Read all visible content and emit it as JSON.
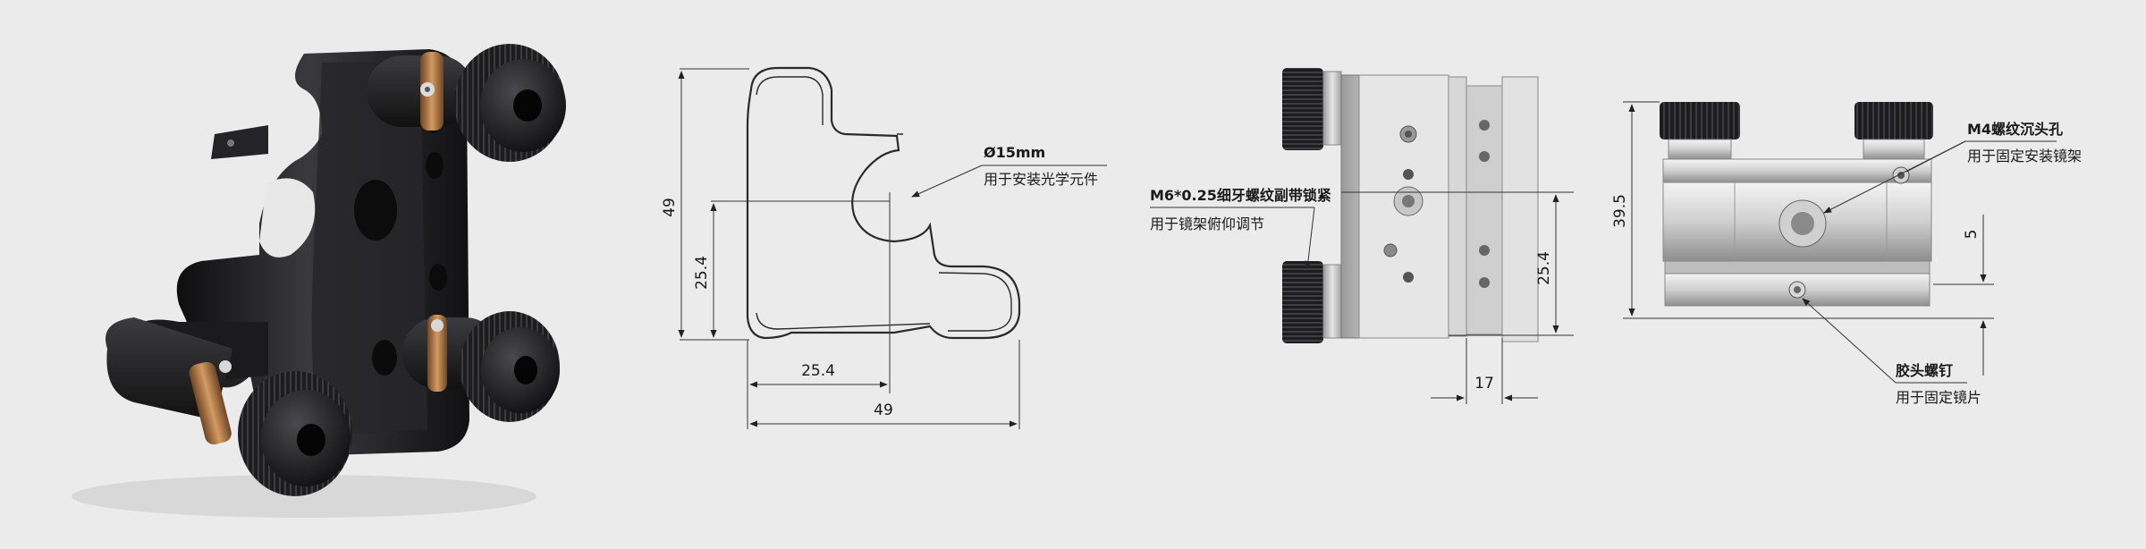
{
  "colors": {
    "background": "#ebebeb",
    "metal_dark": "#1f1f22",
    "brass": "#b07a4a",
    "line": "#2a2a2a"
  },
  "drawing_front": {
    "dim_height": "49",
    "dim_inner_height": "25.4",
    "dim_inner_width": "25.4",
    "dim_width": "49",
    "hole_note_title": "Ø15mm",
    "hole_note_desc": "用于安装光学元件"
  },
  "drawing_side": {
    "screw_note_title": "M6*0.25细牙螺纹副带锁紧",
    "screw_note_desc": "用于镜架俯仰调节",
    "dim_height": "25.4",
    "dim_depth": "17"
  },
  "drawing_back": {
    "dim_height": "39.5",
    "dim_small": "5",
    "counterbore_title": "M4螺纹沉头孔",
    "counterbore_desc": "用于固定安装镜架",
    "glue_screw_title": "胶头螺钉",
    "glue_screw_desc": "用于固定镜片"
  }
}
